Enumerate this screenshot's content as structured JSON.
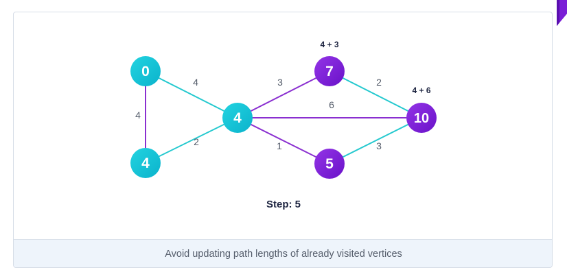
{
  "graph": {
    "nodes": [
      {
        "id": "A",
        "label": "0",
        "visited": true,
        "annotation": ""
      },
      {
        "id": "B",
        "label": "4",
        "visited": true,
        "annotation": ""
      },
      {
        "id": "C",
        "label": "4",
        "visited": true,
        "annotation": ""
      },
      {
        "id": "D",
        "label": "7",
        "visited": false,
        "annotation": "4 + 3"
      },
      {
        "id": "E",
        "label": "5",
        "visited": false,
        "annotation": ""
      },
      {
        "id": "F",
        "label": "10",
        "visited": false,
        "annotation": "4 + 6"
      }
    ],
    "edges": [
      {
        "from": "A",
        "to": "C",
        "weight": "4",
        "state": "tree"
      },
      {
        "from": "A",
        "to": "B",
        "weight": "4",
        "state": "considered"
      },
      {
        "from": "B",
        "to": "C",
        "weight": "2",
        "state": "tree"
      },
      {
        "from": "C",
        "to": "D",
        "weight": "3",
        "state": "considered"
      },
      {
        "from": "C",
        "to": "F",
        "weight": "6",
        "state": "considered"
      },
      {
        "from": "C",
        "to": "E",
        "weight": "1",
        "state": "considered"
      },
      {
        "from": "D",
        "to": "F",
        "weight": "2",
        "state": "tree"
      },
      {
        "from": "E",
        "to": "F",
        "weight": "3",
        "state": "tree"
      }
    ]
  },
  "step_label": "Step: 5",
  "caption": "Avoid updating path lengths of already visited vertices",
  "colors": {
    "visited_node": "#13c4d6",
    "unvisited_node": "#7a1fd6",
    "tree_edge": "#25c9cf",
    "considered_edge": "#8a2fd0",
    "weight_text": "#555d6b",
    "annotation_text": "#1d2440",
    "flag": "#7a1fd6"
  }
}
